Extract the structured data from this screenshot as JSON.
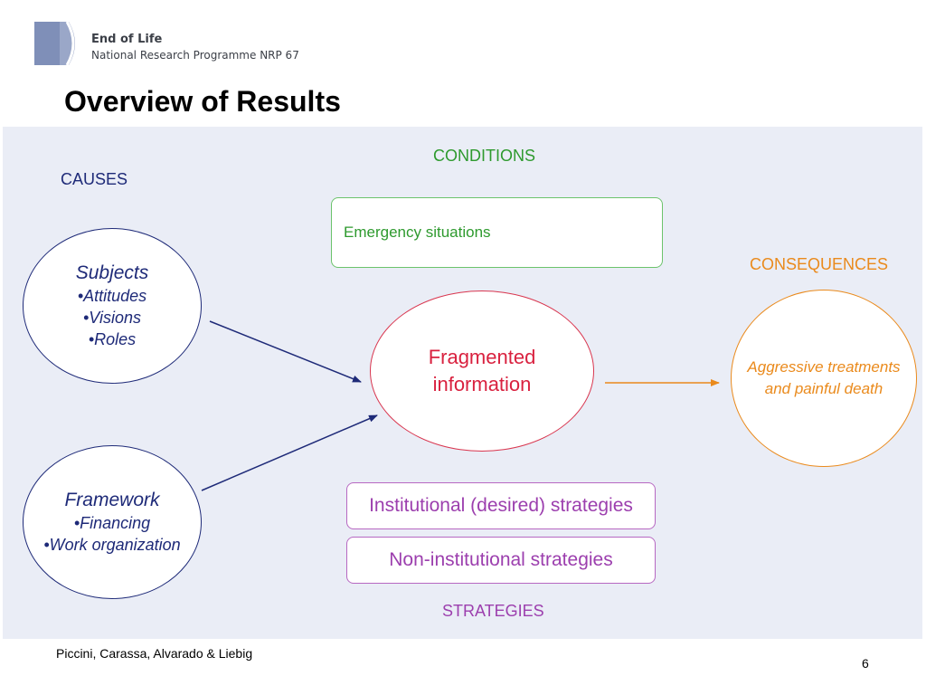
{
  "header": {
    "logo_icon": "nrp-logo-icon",
    "logo_line1": "End of Life",
    "logo_line2": "National Research Programme NRP 67",
    "title": "Overview of Results"
  },
  "diagram": {
    "labels": {
      "causes": "CAUSES",
      "conditions": "CONDITIONS",
      "consequences": "CONSEQUENCES",
      "strategies": "STRATEGIES"
    },
    "subjects": {
      "title": "Subjects",
      "items": [
        "•Attitudes",
        "•Visions",
        "•Roles"
      ]
    },
    "framework": {
      "title": "Framework",
      "items": [
        "•Financing",
        "•Work organization"
      ]
    },
    "emergency": "Emergency  situations",
    "fragmented": [
      "Fragmented",
      "information"
    ],
    "consequence": [
      "Aggressive treatments",
      "and painful death"
    ],
    "strategies_boxes": [
      "Institutional (desired) strategies",
      "Non-institutional strategies"
    ]
  },
  "footer": {
    "authors": "Piccini, Carassa, Alvarado & Liebig",
    "page_number": "6"
  },
  "colors": {
    "panel_bg": "#eaedf6",
    "causes": "#1e2a78",
    "conditions": "#2e9a2e",
    "fragmented": "#d9364f",
    "consequences": "#ea8a1c",
    "strategies": "#9c3fae"
  }
}
